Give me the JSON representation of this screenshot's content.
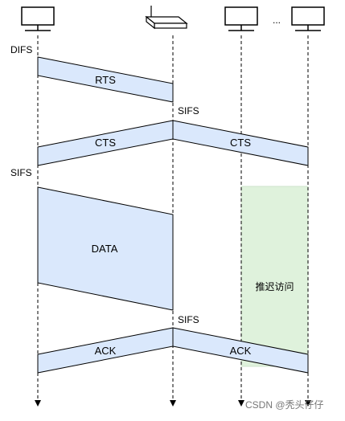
{
  "stations": {
    "ellipsis": "..."
  },
  "labels": {
    "difs": "DIFS",
    "sifs_after_rts": "SIFS",
    "sifs_after_cts": "SIFS",
    "sifs_after_data": "SIFS"
  },
  "frames": {
    "rts": "RTS",
    "cts_left": "CTS",
    "cts_right": "CTS",
    "data": "DATA",
    "ack_left": "ACK",
    "ack_right": "ACK"
  },
  "nav": {
    "label": "推迟访问"
  },
  "watermark": "CSDN @秃头仔仔",
  "colors": {
    "frame_fill": "#dae8fc",
    "defer_fill": "#d5e8d4",
    "stroke": "#000000"
  }
}
